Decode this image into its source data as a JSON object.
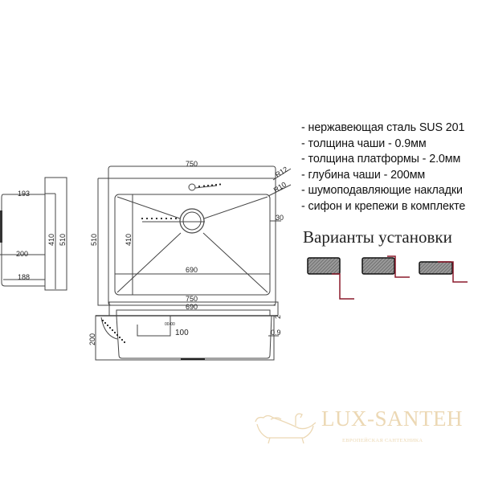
{
  "specs": {
    "items": [
      "- нержавеющая сталь SUS 201",
      "- толщина чаши - 0.9мм",
      "- толщина платформы - 2.0мм",
      "- глубина чаши - 200мм",
      "- шумоподавляющие накладки",
      "- сифон и крепежи в комплекте"
    ]
  },
  "installation": {
    "title": "Варианты установки",
    "variants": [
      "flush-mount",
      "top-mount",
      "undermount"
    ],
    "accent_color": "#8b1a2b"
  },
  "top_view": {
    "outer_width": "750",
    "bowl_width": "690",
    "outer_depth": "510",
    "bowl_depth": "410",
    "corner_outer": "R12",
    "corner_inner": "R10",
    "rim": "30"
  },
  "side_view": {
    "depth_total": "510",
    "depth_bowl": "410",
    "dim_top": "193",
    "dim_mid": "200",
    "dim_bottom": "188"
  },
  "front_view": {
    "outer_width": "750",
    "bowl_width": "690",
    "depth": "200",
    "drain_offset": "100",
    "drain_label": "00-00",
    "platform_thickness": "2",
    "bowl_thickness": "0.9"
  },
  "logo": {
    "name": "LUX-SANTEH",
    "tagline": "ЕВРОПЕЙСКАЯ САНТЕХНИКА",
    "color": "#ecd8b4"
  }
}
